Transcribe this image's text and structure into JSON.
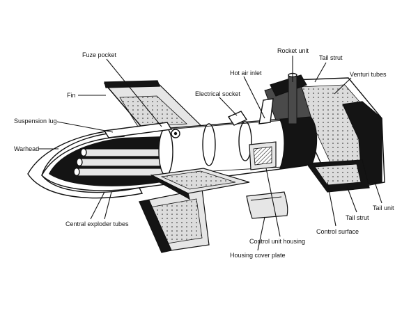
{
  "labels": {
    "fuze_pocket": "Fuze pocket",
    "fin": "Fin",
    "suspension_lug": "Suspension lug",
    "warhead": "Warhead",
    "central_exploder_tubes": "Central exploder tubes",
    "rocket_unit": "Rocket unit",
    "tail_strut_top": "Tail strut",
    "hot_air_inlet": "Hot air inlet",
    "venturi_tubes": "Venturi tubes",
    "electrical_socket": "Electrical socket",
    "tail_unit": "Tail unit",
    "tail_strut_bottom": "Tail strut",
    "control_surface": "Control surface",
    "control_unit_housing": "Control unit housing",
    "housing_cover_plate": "Housing cover plate"
  }
}
